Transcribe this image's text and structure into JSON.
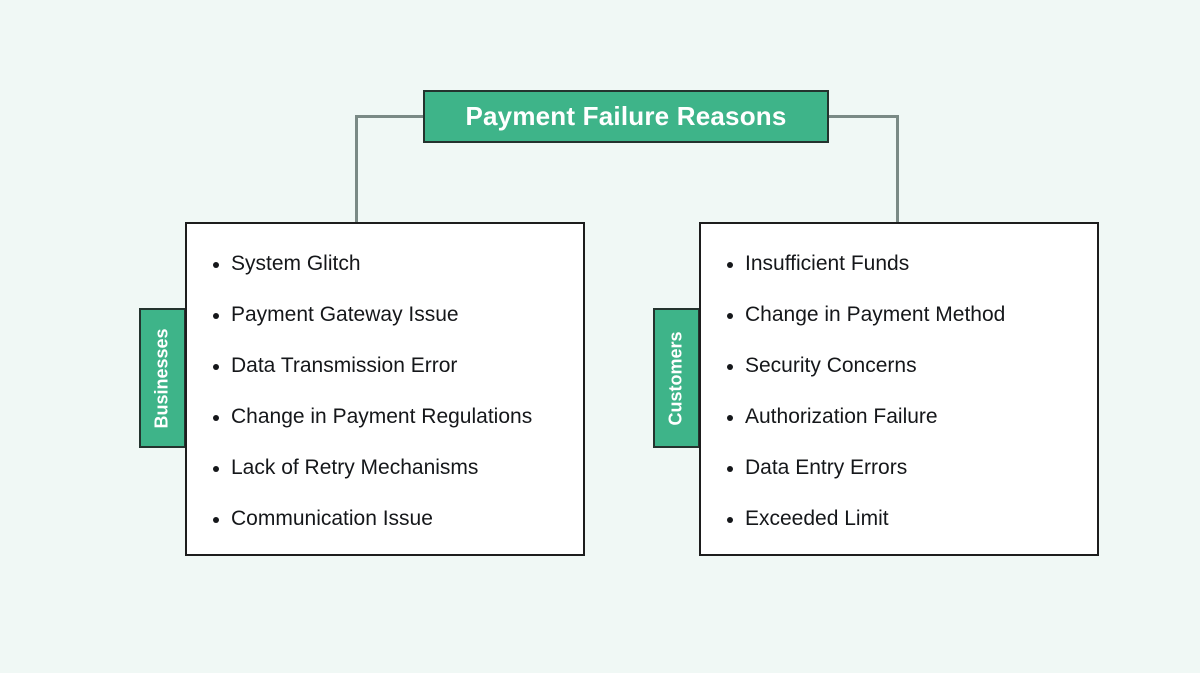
{
  "diagram": {
    "title": "Payment Failure Reasons",
    "colors": {
      "background": "#f0f8f5",
      "accent_green": "#3eb489",
      "card_background": "#ffffff",
      "border": "#1d1d1d",
      "connector": "#7a8a85",
      "text": "#15171a",
      "title_text": "#ffffff"
    },
    "branches": [
      {
        "tab_label": "Businesses",
        "items": [
          "System Glitch",
          "Payment Gateway Issue",
          "Data Transmission Error",
          "Change in Payment Regulations",
          "Lack of Retry Mechanisms",
          "Communication Issue"
        ]
      },
      {
        "tab_label": "Customers",
        "items": [
          "Insufficient Funds",
          "Change in Payment Method",
          "Security Concerns",
          "Authorization Failure",
          "Data Entry Errors",
          "Exceeded Limit"
        ]
      }
    ]
  }
}
